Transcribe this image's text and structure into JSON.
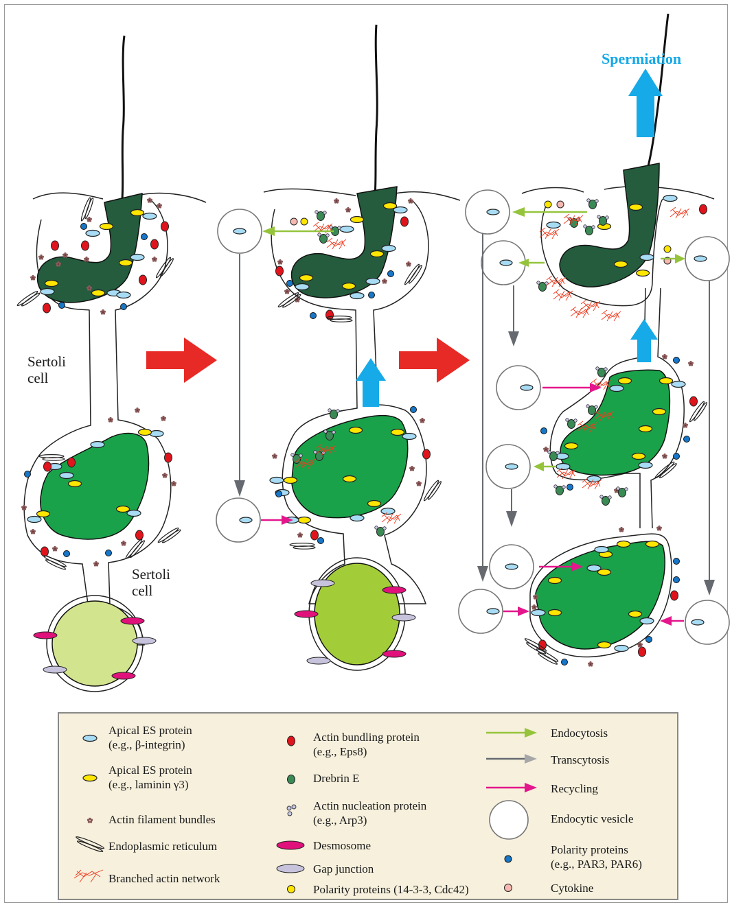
{
  "labels": {
    "sertoli_top": "Sertoli\ncell",
    "sertoli_bottom": "Sertoli\ncell",
    "spermiation": "Spermiation"
  },
  "legend": {
    "col1": [
      {
        "text": "Apical ES protein\n(e.g., β-integrin)",
        "icon": "blue-ellipse-icon"
      },
      {
        "text": "Apical ES protein\n(e.g., laminin γ3)",
        "icon": "yellow-ellipse-icon"
      },
      {
        "text": "Actin filament bundles",
        "icon": "actin-bundle-icon"
      },
      {
        "text": "Endoplasmic reticulum",
        "icon": "er-icon"
      },
      {
        "text": "Branched actin network",
        "icon": "branched-actin-icon"
      }
    ],
    "col2": [
      {
        "text": "Actin bundling protein\n(e.g., Eps8)",
        "icon": "red-dot-icon"
      },
      {
        "text": "Drebrin E",
        "icon": "green-dot-icon"
      },
      {
        "text": "Actin nucleation protein\n(e.g., Arp3)",
        "icon": "arp3-icon"
      },
      {
        "text": "Desmosome",
        "icon": "desmosome-icon"
      },
      {
        "text": "Gap junction",
        "icon": "gap-junction-icon"
      },
      {
        "text": "Polarity proteins (14-3-3, Cdc42)",
        "icon": "yellow-dot-icon"
      }
    ],
    "col3": [
      {
        "text": "Endocytosis",
        "icon": "green-arrow-icon"
      },
      {
        "text": "Transcytosis",
        "icon": "gray-arrow-icon"
      },
      {
        "text": "Recycling",
        "icon": "magenta-arrow-icon"
      },
      {
        "text": "Endocytic vesicle",
        "icon": "vesicle-icon"
      },
      {
        "text": "Polarity proteins\n(e.g., PAR3, PAR6)",
        "icon": "blue-dot-icon"
      },
      {
        "text": "Cytokine",
        "icon": "pink-dot-icon"
      }
    ]
  },
  "colors": {
    "dark_green": "#245c3d",
    "green": "#1aa24a",
    "light_green": "#d3e48e",
    "lime": "#a3cd38",
    "blue_arrow": "#16aae8",
    "red_arrow": "#e82a26",
    "endocytosis": "#95c43c",
    "transcytosis": "#666a70",
    "recycling": "#e4168c",
    "legend_bg": "#f6f0dd"
  }
}
